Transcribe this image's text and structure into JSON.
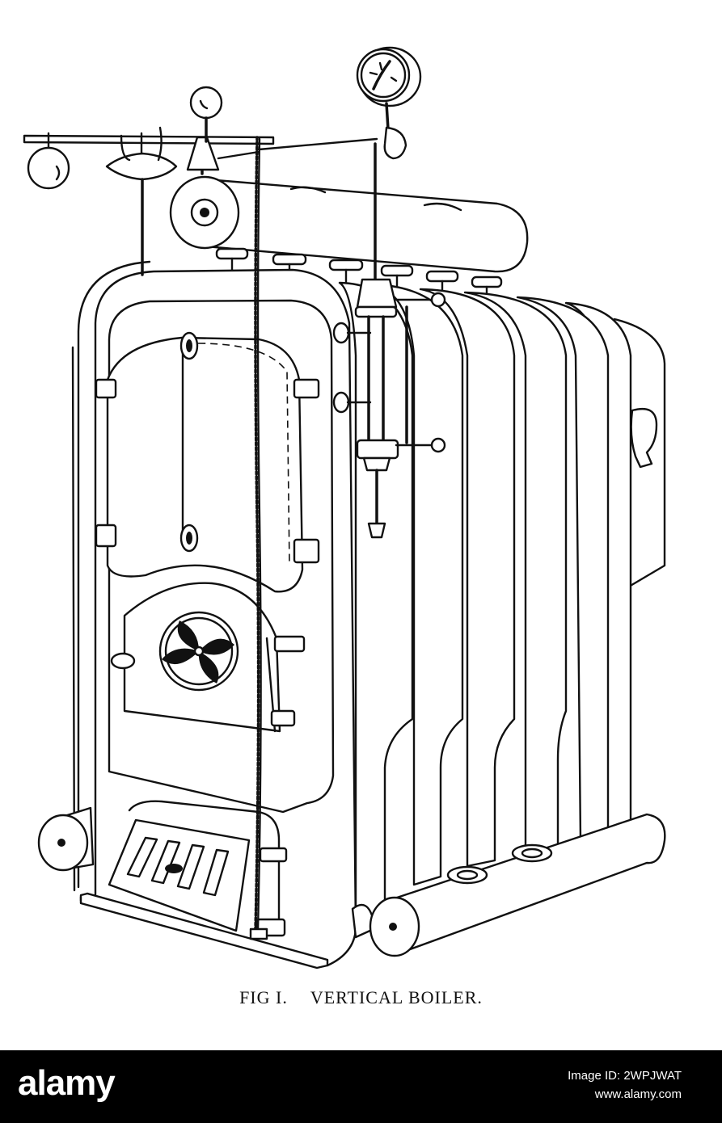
{
  "caption": {
    "figure": "FIG I.",
    "title": "VERTICAL BOILER."
  },
  "watermark": {
    "brand": "alamy",
    "image_id": "Image ID: 2WPJWAT",
    "site": "www.alamy.com"
  },
  "colors": {
    "ink": "#111111",
    "paper": "#ffffff",
    "banner": "#000000"
  }
}
